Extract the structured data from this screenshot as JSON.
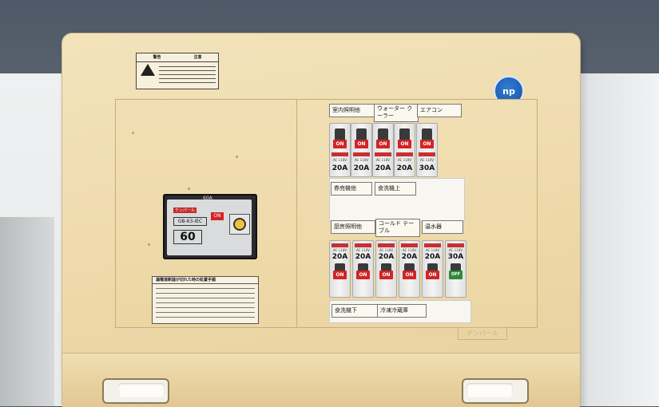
{
  "scene": "electrical distribution panel",
  "logo": "np",
  "warning_label": {
    "left_heading": "警告",
    "right_heading": "注意"
  },
  "main_breaker": {
    "brand": "テンパール",
    "top_rating": "60A",
    "model": "GB-63-IEC",
    "rating": "60",
    "lamp": "ON"
  },
  "instruction_label": {
    "title": "漏電遮断器が切れた時の処置手順"
  },
  "top_row": {
    "labels": [
      "室内照明他",
      "ウォーター クーラー",
      "エアコン"
    ],
    "breakers": [
      {
        "state": "ON",
        "spec": "AC 110V",
        "amps": "20A"
      },
      {
        "state": "ON",
        "spec": "AC 110V",
        "amps": "20A"
      },
      {
        "state": "ON",
        "spec": "AC 110V",
        "amps": "20A"
      },
      {
        "state": "ON",
        "spec": "AC 110V",
        "amps": "20A"
      },
      {
        "state": "ON",
        "spec": "AC 110V",
        "amps": "30A"
      }
    ]
  },
  "middle_labels": [
    "券売機他",
    "食洗機上",
    "厨房照明他",
    "コールド テーブル",
    "温水器"
  ],
  "bottom_row": {
    "breakers": [
      {
        "state": "ON",
        "spec": "AC 110V",
        "amps": "20A"
      },
      {
        "state": "ON",
        "spec": "AC 110V",
        "amps": "20A"
      },
      {
        "state": "ON",
        "spec": "AC 110V",
        "amps": "20A"
      },
      {
        "state": "ON",
        "spec": "AC 110V",
        "amps": "20A"
      },
      {
        "state": "ON",
        "spec": "AC 110V",
        "amps": "20A"
      },
      {
        "state": "OFF",
        "spec": "AC 110V",
        "amps": "30A"
      }
    ],
    "labels": [
      "食洗機下",
      "冷凍冷蔵庫"
    ]
  },
  "brand_emboss": "テンパール"
}
